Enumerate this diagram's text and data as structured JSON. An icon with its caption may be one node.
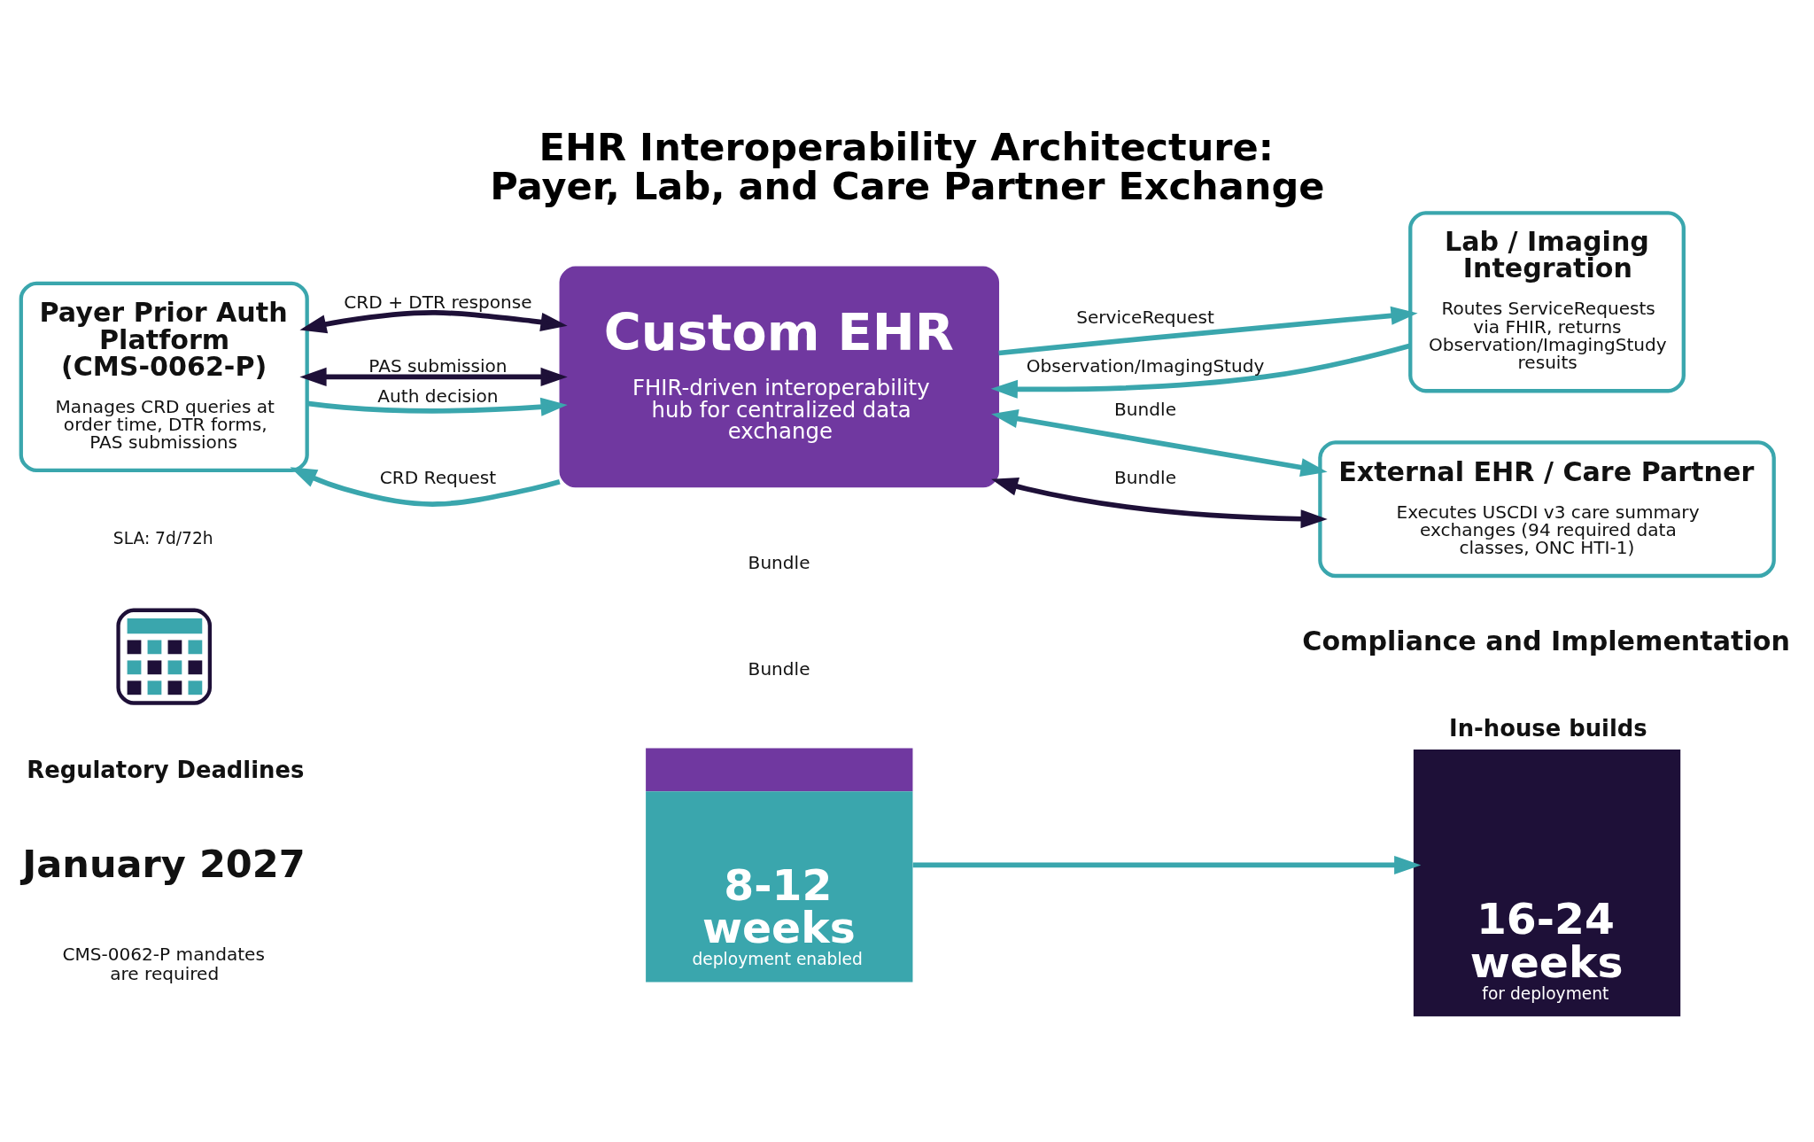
{
  "diagram": {
    "title": "EHR Interoperability Architecture: Payer, Lab, and Care Partner Exchange",
    "nodes": [
      {
        "text": [
          "Payer Prior Auth Platform (CMS-0062-P)",
          "Manages CRD queries at order time, DTR forms, PAS submissions"
        ]
      },
      {
        "text": [
          "Custom EHR",
          "FHIR-driven interoperability hub for centralized data exchange"
        ]
      },
      {
        "text": [
          "Lab / Imaging Integration",
          "Routes ServiceRequests via FHIR, returns Observation/ImagingStudy resuits"
        ]
      },
      {
        "text": [
          "External EHR / Care Partner",
          "Executes USCDI v3 care summary exchanges (94 required data classes, ONC HTI-1)"
        ]
      },
      {
        "text": [
          "8-12 weeks",
          "deployment enabled"
        ]
      },
      {
        "text": [
          "In-house builds",
          "16-24 weeks",
          "for deployment"
        ]
      },
      {
        "text": [],
        "shape": "picture"
      }
    ],
    "edges": [
      {
        "from": 1,
        "to": 0,
        "arrow": "to",
        "label": "CRD Request"
      },
      {
        "from": 0,
        "to": 1,
        "arrow": "both",
        "label": "CRD + DTR response",
        "color": "#1e1038"
      },
      {
        "from": 0,
        "to": 1,
        "arrow": "both",
        "label": "PAS submission",
        "color": "#1e1038"
      },
      {
        "from": 0,
        "to": 1,
        "arrow": "to",
        "label": "Auth decision"
      },
      {
        "from": 1,
        "to": 2,
        "arrow": "to",
        "label": "ServiceRequest"
      },
      {
        "from": 2,
        "to": 1,
        "arrow": "to",
        "label": "Observation/ImagingStudy"
      },
      {
        "from": 1,
        "to": 3,
        "arrow": "both",
        "label": "Bundle"
      },
      {
        "from": 1,
        "to": 3,
        "arrow": "both",
        "label": "Bundle",
        "color": "#1e1038"
      },
      {
        "from": 4,
        "to": 5,
        "arrow": "to"
      }
    ],
    "labels": [
      "SLA: 7d/72h",
      "Compliance and Implementation",
      "Bundle",
      "Bundle",
      "Regulatory Deadlines",
      "January 2027",
      "CMS-0062-P mandates are required"
    ]
  }
}
